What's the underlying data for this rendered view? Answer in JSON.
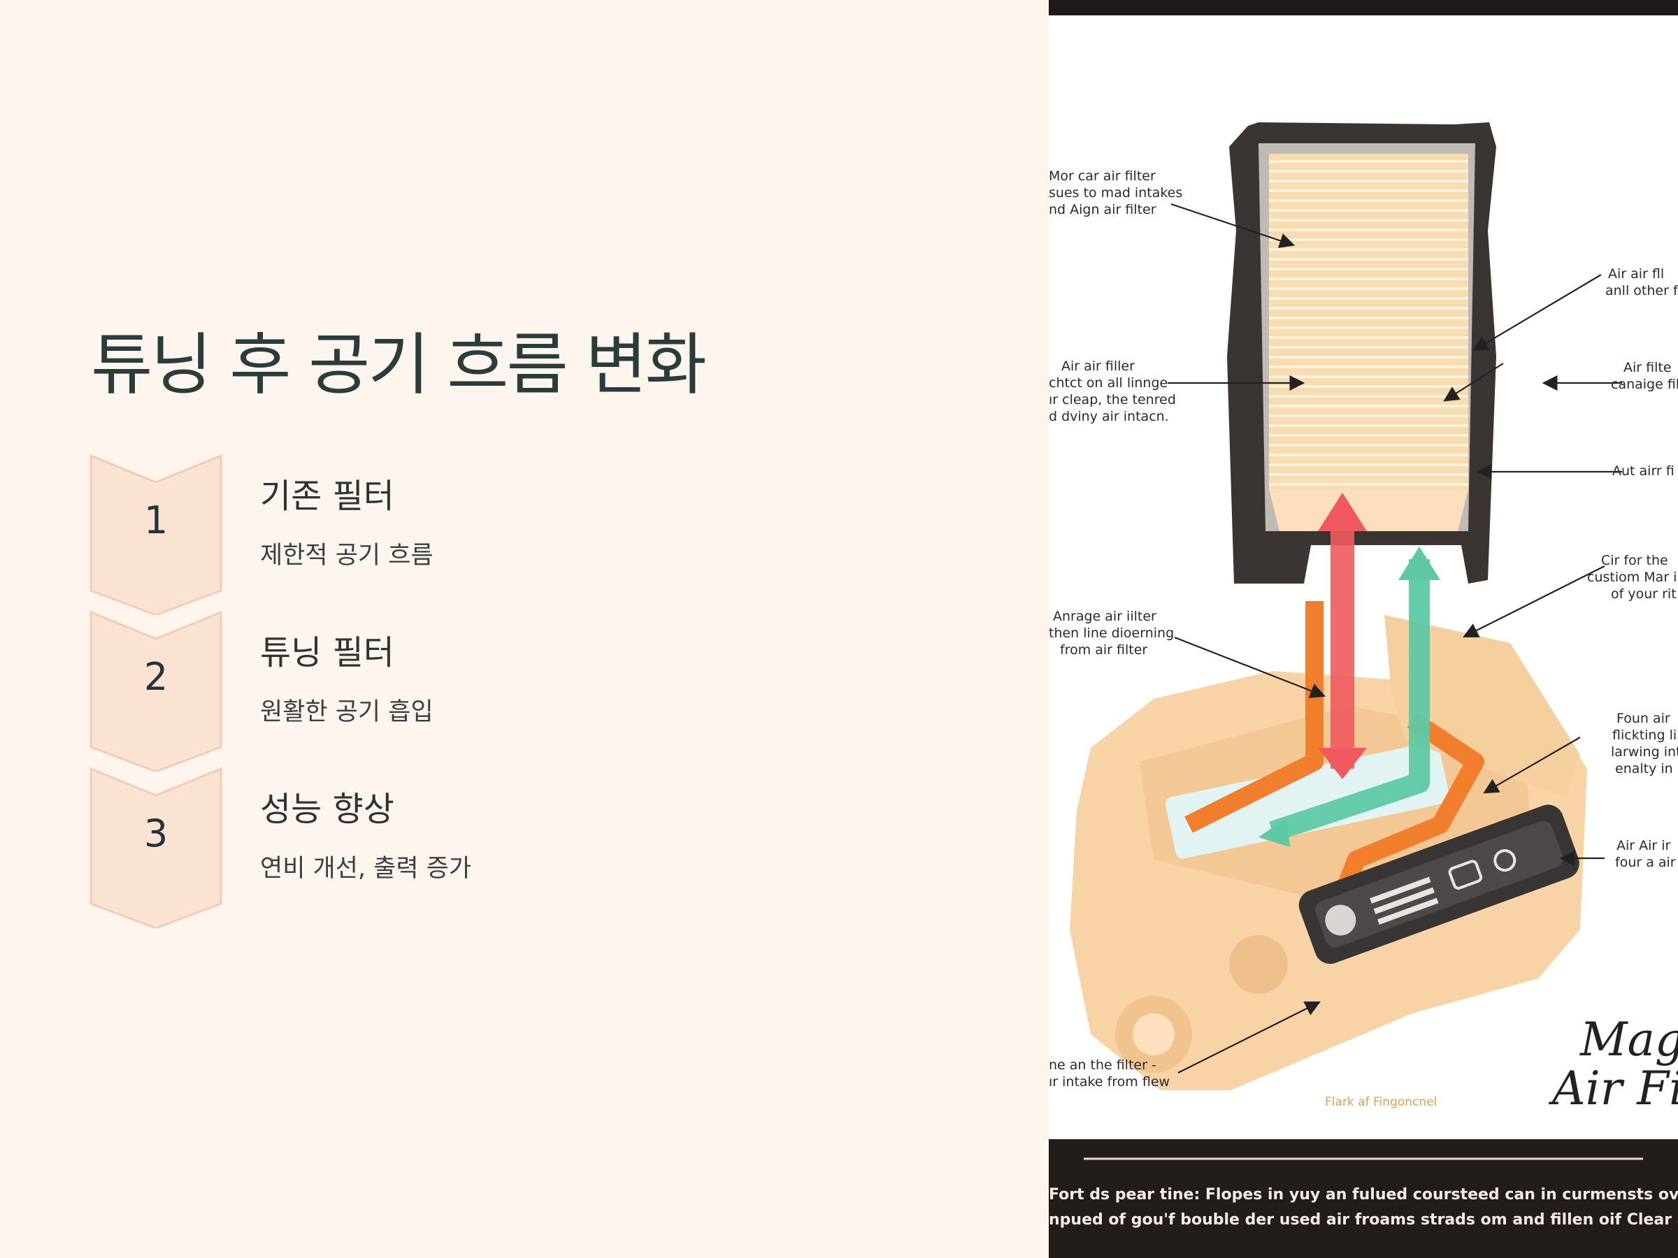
{
  "title": "튜닝 후 공기 흐름 변화",
  "steps": [
    {
      "number": "1",
      "title": "기존 필터",
      "description": "제한적 공기 흐름"
    },
    {
      "number": "2",
      "title": "튜닝 필터",
      "description": "원활한 공기 흡입"
    },
    {
      "number": "3",
      "title": "성능 향상",
      "description": "연비 개선, 출력 증가"
    }
  ],
  "colors": {
    "background": "#fdf5ee",
    "chevron_fill": "#fbe3d3",
    "chevron_stroke": "#f1cdb6",
    "title_text": "#2b3d3a",
    "arrow_red": "#f05a5e",
    "arrow_teal": "#5ec8a4",
    "arrow_orange": "#f07e2c"
  },
  "illustration": {
    "annotations": [
      "Mor car air filter",
      "sues to mad intakes",
      "nd Aign air filter",
      "Air air filler",
      "chtct on all linnge",
      "ır cleap, the tenred",
      "d dviny air intacn.",
      "Anrage air iilter",
      "then line dioerning",
      "from air filter",
      "ne an the filter -",
      "ır intake from flew",
      "Air air fll",
      "anll other f",
      "Air filte",
      "canaige fil",
      "Aut airr fi",
      "Cir for the",
      "custiom Mar i",
      "of your rit",
      "Foun air",
      "flickting li",
      "larwing int",
      "enalty in",
      "Air Air ir",
      "four a air",
      "Flark af Fingoncnel"
    ],
    "script_title": [
      "Maga",
      "Air Fil"
    ],
    "caption_lines": [
      "Fort ds pear tine: Flopes in yuy an fulued coursteed can in curmensts ovnerf shter your fengine",
      "npued of gou'f bouble der used air froams strads om and fillen oif Clear and ins yher eigh vave"
    ]
  }
}
